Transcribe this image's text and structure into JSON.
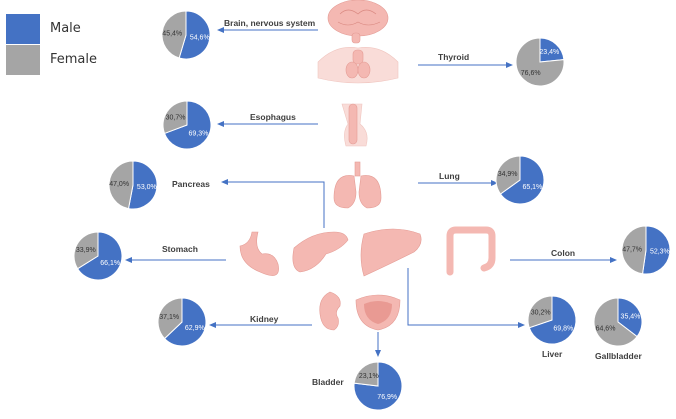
{
  "legend": {
    "items": [
      {
        "label": "Male",
        "color": "#4472C4"
      },
      {
        "label": "Female",
        "color": "#A5A5A5"
      }
    ]
  },
  "colors": {
    "male": "#4472C4",
    "female": "#A5A5A5",
    "organ": "#F4B8B2",
    "arrow": "#4472C4"
  },
  "chart_data": [
    {
      "type": "pie",
      "organ": "Brain, nervous system",
      "values": [
        {
          "label": "Male",
          "value": 54.6,
          "text": "54,6%"
        },
        {
          "label": "Female",
          "value": 45.4,
          "text": "45,4%"
        }
      ]
    },
    {
      "type": "pie",
      "organ": "Thyroid",
      "values": [
        {
          "label": "Male",
          "value": 23.4,
          "text": "23,4%"
        },
        {
          "label": "Female",
          "value": 76.6,
          "text": "76,6%"
        }
      ]
    },
    {
      "type": "pie",
      "organ": "Esophagus",
      "values": [
        {
          "label": "Male",
          "value": 69.3,
          "text": "69,3%"
        },
        {
          "label": "Female",
          "value": 30.7,
          "text": "30,7%"
        }
      ]
    },
    {
      "type": "pie",
      "organ": "Pancreas",
      "values": [
        {
          "label": "Male",
          "value": 53.0,
          "text": "53,0%"
        },
        {
          "label": "Female",
          "value": 47.0,
          "text": "47,0%"
        }
      ]
    },
    {
      "type": "pie",
      "organ": "Lung",
      "values": [
        {
          "label": "Male",
          "value": 65.1,
          "text": "65,1%"
        },
        {
          "label": "Female",
          "value": 34.9,
          "text": "34,9%"
        }
      ]
    },
    {
      "type": "pie",
      "organ": "Stomach",
      "values": [
        {
          "label": "Male",
          "value": 66.1,
          "text": "66,1%"
        },
        {
          "label": "Female",
          "value": 33.9,
          "text": "33,9%"
        }
      ]
    },
    {
      "type": "pie",
      "organ": "Colon",
      "values": [
        {
          "label": "Male",
          "value": 52.3,
          "text": "52,3%"
        },
        {
          "label": "Female",
          "value": 47.7,
          "text": "47,7%"
        }
      ]
    },
    {
      "type": "pie",
      "organ": "Kidney",
      "values": [
        {
          "label": "Male",
          "value": 62.9,
          "text": "62,9%"
        },
        {
          "label": "Female",
          "value": 37.1,
          "text": "37,1%"
        }
      ]
    },
    {
      "type": "pie",
      "organ": "Liver",
      "values": [
        {
          "label": "Male",
          "value": 69.8,
          "text": "69,8%"
        },
        {
          "label": "Female",
          "value": 30.2,
          "text": "30,2%"
        }
      ]
    },
    {
      "type": "pie",
      "organ": "Gallbladder",
      "values": [
        {
          "label": "Male",
          "value": 35.4,
          "text": "35,4%"
        },
        {
          "label": "Female",
          "value": 64.6,
          "text": "64,6%"
        }
      ]
    },
    {
      "type": "pie",
      "organ": "Bladder",
      "values": [
        {
          "label": "Male",
          "value": 76.9,
          "text": "76,9%"
        },
        {
          "label": "Female",
          "value": 23.1,
          "text": "23,1%"
        }
      ]
    }
  ]
}
